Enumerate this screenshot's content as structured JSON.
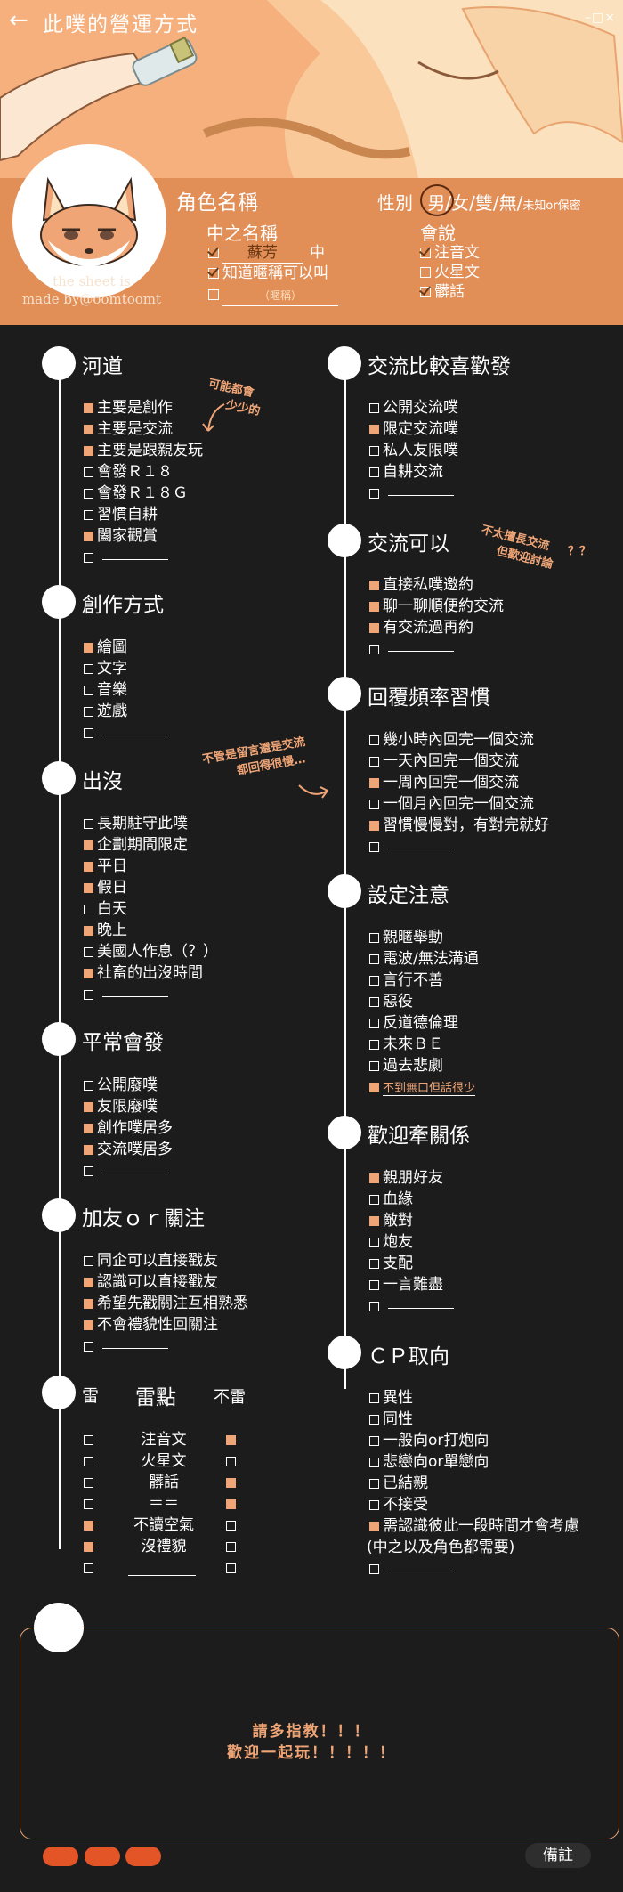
{
  "header": {
    "title": "此噗的營運方式",
    "window_controls": "–□×"
  },
  "profile": {
    "role_name_label": "角色名稱",
    "gender_label": "性別",
    "gender_options": [
      "男",
      "女",
      "雙",
      "無"
    ],
    "gender_unknown": "未知or保密",
    "gender_sep": "/",
    "chinese_name_label": "中之名稱",
    "chinese_name_value": "蘇芳",
    "chinese_name_suffix": "中",
    "nickname_ok": "知道暱稱可以叫",
    "nickname_hint": "（暱稱）",
    "language_label": "會說",
    "languages": [
      {
        "label": "注音文",
        "checked": true
      },
      {
        "label": "火星文",
        "checked": false
      },
      {
        "label": "髒話",
        "checked": true
      }
    ],
    "credit_line1": "the sheet is",
    "credit_line2": "made by@oomtoomt"
  },
  "sections": {
    "river": {
      "title": "河道",
      "items": [
        {
          "label": "主要是創作",
          "checked": true
        },
        {
          "label": "主要是交流",
          "checked": true
        },
        {
          "label": "主要是跟親友玩",
          "checked": true
        },
        {
          "label": "會發Ｒ１８",
          "checked": false
        },
        {
          "label": "會發Ｒ１８Ｇ",
          "checked": false
        },
        {
          "label": "習慣自耕",
          "checked": false
        },
        {
          "label": "闔家觀賞",
          "checked": true
        },
        {
          "label": "",
          "checked": false
        }
      ],
      "annotation_1": "可能都會",
      "annotation_2": "少少的"
    },
    "creation": {
      "title": "創作方式",
      "items": [
        {
          "label": "繪圖",
          "checked": true
        },
        {
          "label": "文字",
          "checked": false
        },
        {
          "label": "音樂",
          "checked": false
        },
        {
          "label": "遊戲",
          "checked": false
        },
        {
          "label": "",
          "checked": false
        }
      ]
    },
    "appear": {
      "title": "出沒",
      "items": [
        {
          "label": "長期駐守此噗",
          "checked": false
        },
        {
          "label": "企劃期間限定",
          "checked": true
        },
        {
          "label": "平日",
          "checked": true
        },
        {
          "label": "假日",
          "checked": true
        },
        {
          "label": "白天",
          "checked": false
        },
        {
          "label": "晚上",
          "checked": true
        },
        {
          "label": "美國人作息（？）",
          "checked": false
        },
        {
          "label": "社畜的出沒時間",
          "checked": true
        },
        {
          "label": "",
          "checked": false
        }
      ],
      "annotation_1": "不管是留言還是交流",
      "annotation_2": "都回得很慢…"
    },
    "usual": {
      "title": "平常會發",
      "items": [
        {
          "label": "公開廢噗",
          "checked": false
        },
        {
          "label": "友限廢噗",
          "checked": true
        },
        {
          "label": "創作噗居多",
          "checked": true
        },
        {
          "label": "交流噗居多",
          "checked": true
        },
        {
          "label": "",
          "checked": false
        }
      ]
    },
    "friend": {
      "title": "加友ｏｒ關注",
      "items": [
        {
          "label": "同企可以直接戳友",
          "checked": false
        },
        {
          "label": "認識可以直接戳友",
          "checked": true
        },
        {
          "label": "希望先戳關注互相熟悉",
          "checked": true
        },
        {
          "label": "不會禮貌性回關注",
          "checked": true
        },
        {
          "label": "",
          "checked": false
        }
      ]
    },
    "mines": {
      "title": "雷",
      "col_mid": "雷點",
      "col_right": "不雷",
      "rows": [
        {
          "label": "注音文",
          "mine": false,
          "ok": true
        },
        {
          "label": "火星文",
          "mine": false,
          "ok": false
        },
        {
          "label": "髒話",
          "mine": false,
          "ok": true
        },
        {
          "label": "＝＝",
          "mine": false,
          "ok": true
        },
        {
          "label": "不讀空氣",
          "mine": true,
          "ok": false
        },
        {
          "label": "沒禮貌",
          "mine": true,
          "ok": false
        },
        {
          "label": "",
          "mine": false,
          "ok": false
        }
      ]
    },
    "compare": {
      "title": "交流比較喜歡發",
      "items": [
        {
          "label": "公開交流噗",
          "checked": false
        },
        {
          "label": "限定交流噗",
          "checked": true
        },
        {
          "label": "私人友限噗",
          "checked": false
        },
        {
          "label": "自耕交流",
          "checked": false
        },
        {
          "label": "",
          "checked": false
        }
      ]
    },
    "canexchange": {
      "title": "交流可以",
      "items": [
        {
          "label": "直接私噗邀約",
          "checked": true
        },
        {
          "label": "聊一聊順便約交流",
          "checked": true
        },
        {
          "label": "有交流過再約",
          "checked": true
        },
        {
          "label": "",
          "checked": false
        }
      ],
      "annotation_1": "不太擅長交流",
      "annotation_2": "但歡迎討論",
      "annotation_3": "？？"
    },
    "reply": {
      "title": "回覆頻率習慣",
      "items": [
        {
          "label": "幾小時內回完一個交流",
          "checked": false
        },
        {
          "label": "一天內回完一個交流",
          "checked": false
        },
        {
          "label": "一周內回完一個交流",
          "checked": true
        },
        {
          "label": "一個月內回完一個交流",
          "checked": false
        },
        {
          "label": "習慣慢慢對，有對完就好",
          "checked": true
        },
        {
          "label": "",
          "checked": false
        }
      ]
    },
    "setting": {
      "title": "設定注意",
      "items": [
        {
          "label": "親暱舉動",
          "checked": false
        },
        {
          "label": "電波/無法溝通",
          "checked": false
        },
        {
          "label": "言行不善",
          "checked": false
        },
        {
          "label": "惡役",
          "checked": false
        },
        {
          "label": "反道德倫理",
          "checked": false
        },
        {
          "label": "未來ＢＥ",
          "checked": false
        },
        {
          "label": "過去悲劇",
          "checked": false
        }
      ],
      "last_label": "不到無口但話很少"
    },
    "relation": {
      "title": "歡迎牽關係",
      "items": [
        {
          "label": "親朋好友",
          "checked": true
        },
        {
          "label": "血緣",
          "checked": false
        },
        {
          "label": "敵對",
          "checked": true
        },
        {
          "label": "炮友",
          "checked": false
        },
        {
          "label": "支配",
          "checked": false
        },
        {
          "label": "一言難盡",
          "checked": false
        },
        {
          "label": "",
          "checked": false
        }
      ]
    },
    "cp": {
      "title": "ＣＰ取向",
      "items": [
        {
          "label": "異性",
          "checked": false
        },
        {
          "label": "同性",
          "checked": false
        },
        {
          "label": "一般向or打炮向",
          "checked": false
        },
        {
          "label": "悲戀向or單戀向",
          "checked": false
        },
        {
          "label": "已結親",
          "checked": false
        },
        {
          "label": "不接受",
          "checked": false
        },
        {
          "label": "需認識彼此一段時間才會考慮",
          "checked": true
        }
      ],
      "extra": "(中之以及角色都需要)"
    }
  },
  "footer": {
    "message_1": "請多指教！！！",
    "message_2": "歡迎一起玩！！！！！",
    "remark_button": "備註"
  },
  "colors": {
    "accent": "#f0a576",
    "header_bg": "#f6b07d",
    "profile_bg": "#e28e57",
    "page_bg": "#1c1c1c",
    "pill": "#e35427"
  }
}
